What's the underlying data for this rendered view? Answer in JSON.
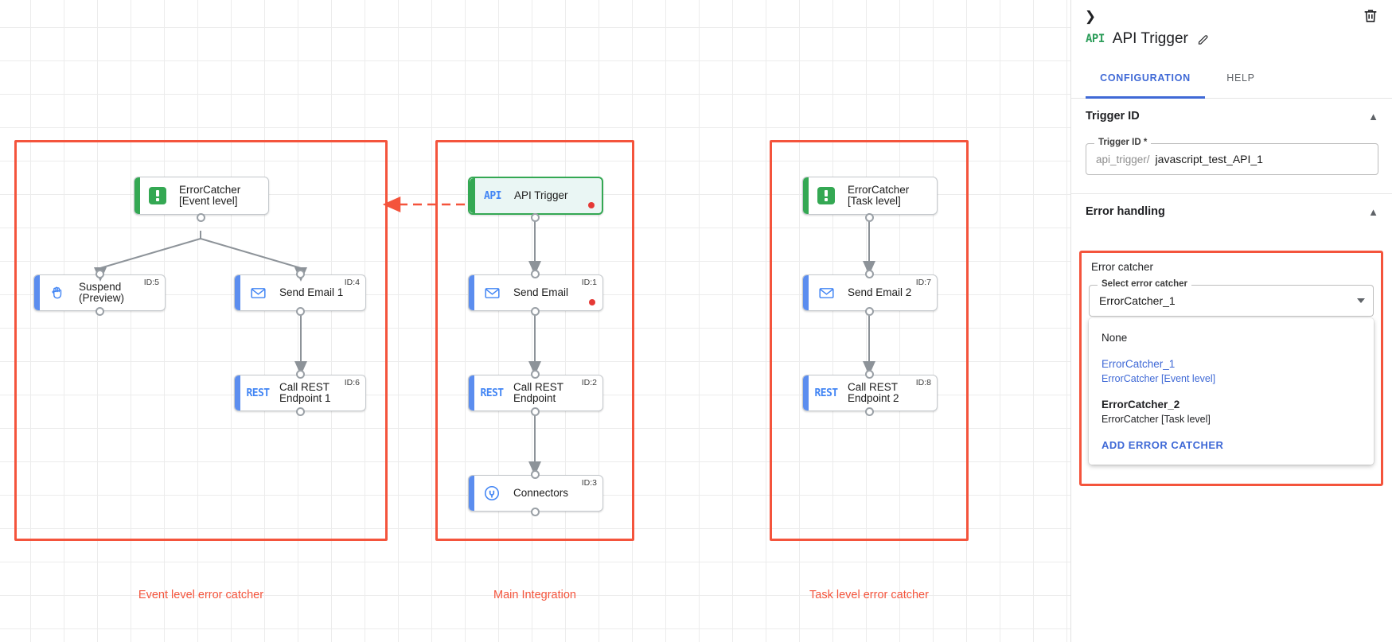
{
  "canvas": {
    "groups": [
      {
        "id": "event-level",
        "label": "Event level error catcher"
      },
      {
        "id": "main-integration",
        "label": "Main Integration"
      },
      {
        "id": "task-level",
        "label": "Task level error catcher"
      }
    ],
    "nodes": [
      {
        "key": "errorcatcher_event",
        "label": "ErrorCatcher\n[Event level]",
        "icon": "error-catcher-icon",
        "id_label": "",
        "dot": false
      },
      {
        "key": "suspend",
        "label": "Suspend\n(Preview)",
        "icon": "hand-icon",
        "id_label": "ID:5",
        "dot": false
      },
      {
        "key": "send_email_1",
        "label": "Send Email 1",
        "icon": "envelope-icon",
        "id_label": "ID:4",
        "dot": false
      },
      {
        "key": "call_rest_1",
        "label": "Call REST\nEndpoint 1",
        "icon": "rest-icon",
        "id_label": "ID:6",
        "dot": false
      },
      {
        "key": "api_trigger",
        "label": "API Trigger",
        "icon": "api-icon",
        "id_label": "",
        "dot": true
      },
      {
        "key": "send_email",
        "label": "Send Email",
        "icon": "envelope-icon",
        "id_label": "ID:1",
        "dot": true
      },
      {
        "key": "call_rest",
        "label": "Call REST\nEndpoint",
        "icon": "rest-icon",
        "id_label": "ID:2",
        "dot": false
      },
      {
        "key": "connectors",
        "label": "Connectors",
        "icon": "connectors-icon",
        "id_label": "ID:3",
        "dot": false
      },
      {
        "key": "errorcatcher_task",
        "label": "ErrorCatcher\n[Task level]",
        "icon": "error-catcher-icon",
        "id_label": "",
        "dot": false
      },
      {
        "key": "send_email_2",
        "label": "Send Email 2",
        "icon": "envelope-icon",
        "id_label": "ID:7",
        "dot": false
      },
      {
        "key": "call_rest_2",
        "label": "Call REST\nEndpoint 2",
        "icon": "rest-icon",
        "id_label": "ID:8",
        "dot": false
      }
    ],
    "colors": {
      "group_border": "#f4543c",
      "group_label": "#f4543c",
      "node_accent_blue": "#5b8def",
      "node_accent_green": "#34a853",
      "selected_fill": "#eaf6f4",
      "error_dot": "#e53935",
      "edge": "#8d9399",
      "grid": "#ececec"
    }
  },
  "panel": {
    "collapse_icon": "chevron-right-icon",
    "delete_icon": "trash-icon",
    "title_badge": "API",
    "title": "API Trigger",
    "edit_icon": "pencil-icon",
    "tabs": [
      {
        "key": "configuration",
        "label": "CONFIGURATION",
        "active": true
      },
      {
        "key": "help",
        "label": "HELP",
        "active": false
      }
    ],
    "accent_color": "#3f69d6",
    "sections": {
      "trigger_id": {
        "header": "Trigger ID",
        "expanded": true,
        "field": {
          "legend": "Trigger ID *",
          "prefix": "api_trigger/",
          "value": "javascript_test_API_1"
        }
      },
      "error_handling": {
        "header": "Error handling",
        "expanded": true,
        "error_catcher_title": "Error catcher",
        "select": {
          "legend": "Select error catcher",
          "value": "ErrorCatcher_1"
        },
        "dropdown": {
          "options": [
            {
              "primary": "None",
              "secondary": "",
              "selected": false,
              "strong": false
            },
            {
              "primary": "ErrorCatcher_1",
              "secondary": "ErrorCatcher [Event level]",
              "selected": true,
              "strong": false
            },
            {
              "primary": "ErrorCatcher_2",
              "secondary": "ErrorCatcher [Task level]",
              "selected": false,
              "strong": true
            }
          ],
          "action_label": "ADD ERROR CATCHER"
        }
      }
    }
  }
}
